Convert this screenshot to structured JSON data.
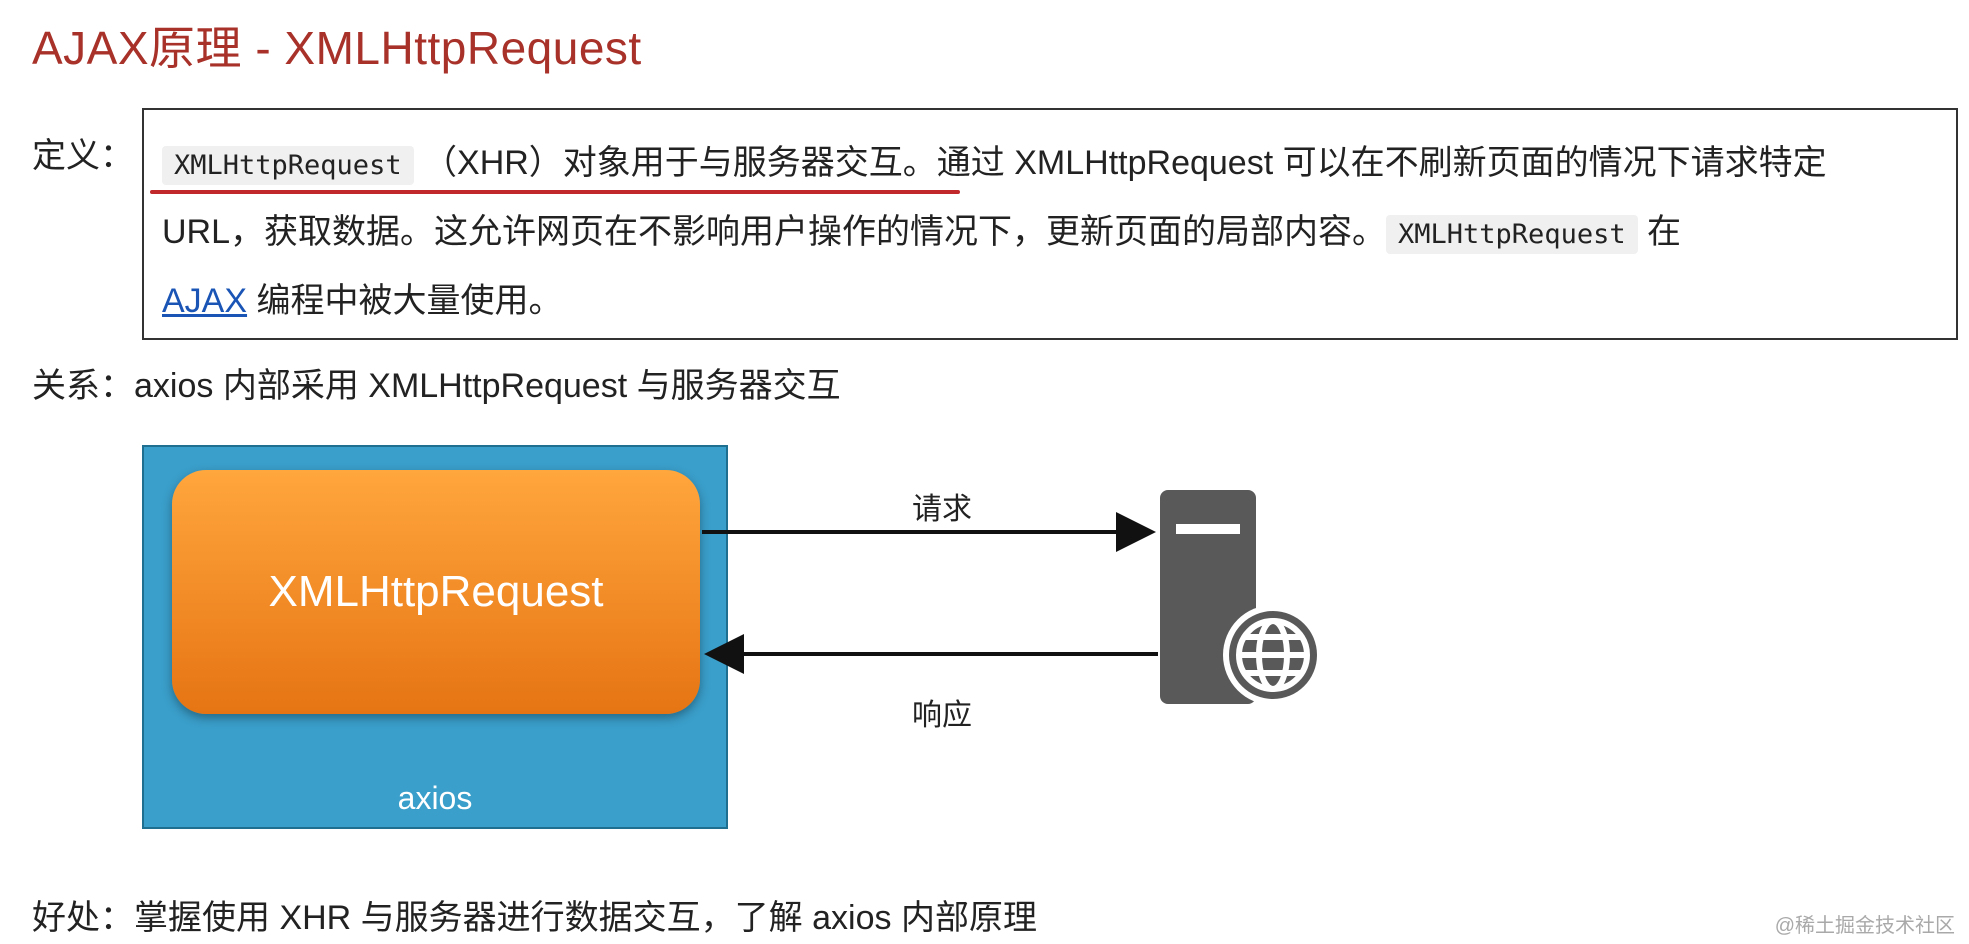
{
  "title": "AJAX原理 - XMLHttpRequest",
  "definition": {
    "label": "定义：",
    "code1": "XMLHttpRequest",
    "text1": " （XHR）对象用于与服务器交互。通过 XMLHttpRequest 可以在不刷新页面的情况下请求特定 URL，获取数据。这允许网页在不影响用户操作的情况下，更新页面的局部内容。",
    "code2": "XMLHttpRequest",
    "text2": " 在 ",
    "link": "AJAX",
    "text3": " 编程中被大量使用。"
  },
  "relation": "关系：axios 内部采用 XMLHttpRequest 与服务器交互",
  "diagram": {
    "xhr_label": "XMLHttpRequest",
    "axios_label": "axios",
    "request_label": "请求",
    "response_label": "响应",
    "server_icon": "server-globe-icon"
  },
  "benefit": "好处：掌握使用 XHR 与服务器进行数据交互，了解 axios 内部原理",
  "watermark": "@稀土掘金技术社区",
  "colors": {
    "title": "#a8322a",
    "axios_box": "#3a9fcb",
    "xhr_box": "#f08a24",
    "underline": "#c0282c",
    "link": "#1a55b6",
    "server": "#595959"
  }
}
